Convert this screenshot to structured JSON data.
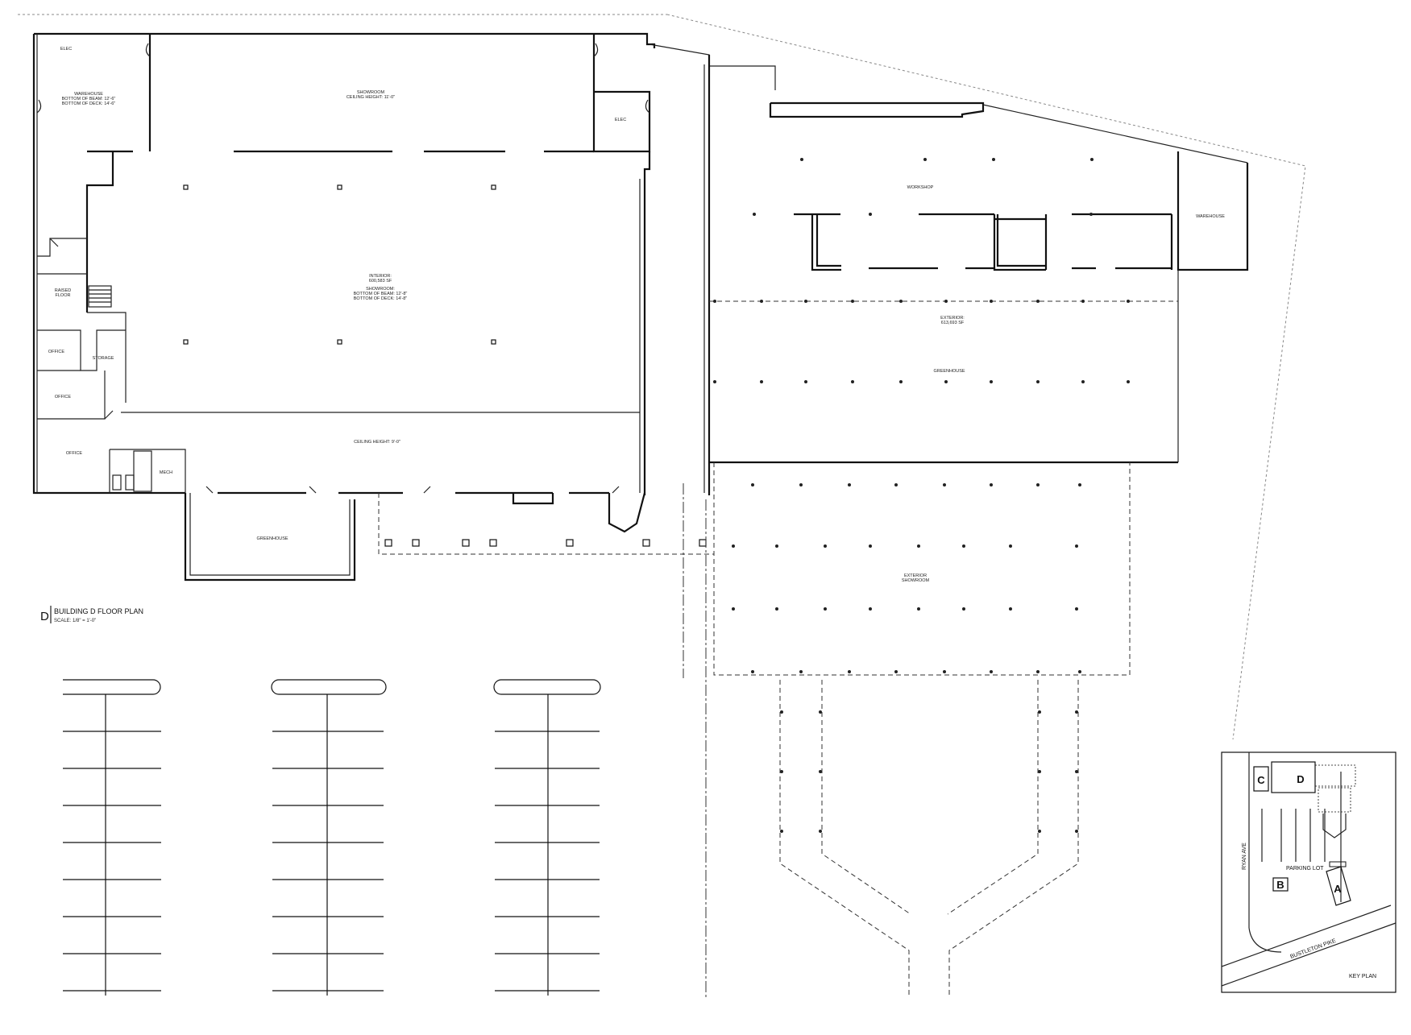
{
  "plan": {
    "title_letter": "D",
    "title": "BUILDING D FLOOR PLAN",
    "scale": "SCALE: 1/8\" = 1'-0\""
  },
  "rooms": {
    "elec_1": "ELEC",
    "warehouse_1": "WAREHOUSE",
    "warehouse_1_beam": "BOTTOM OF BEAM: 12'-6\"",
    "warehouse_1_deck": "BOTTOM OF DECK: 14'-6\"",
    "showroom_north": "SHOWROOM",
    "showroom_north_ceiling": "CEILING HEIGHT: 11'-0\"",
    "elec_2": "ELEC",
    "interior_label": "INTERIOR:",
    "interior_area": "600,583 SF",
    "showroom_main": "SHOWROOM:",
    "showroom_main_beam": "BOTTOM OF BEAM: 12'-8\"",
    "showroom_main_deck": "BOTTOM OF DECK: 14'-8\"",
    "raised_floor_1": "RAISED",
    "raised_floor_2": "FLOOR",
    "office_1": "OFFICE",
    "storage": "STORAGE",
    "office_2": "OFFICE",
    "office_3": "OFFICE",
    "mech": "MECH",
    "ceiling_south": "CEILING HEIGHT: 9'-0\"",
    "greenhouse_south": "GREENHOUSE",
    "workshop": "WORKSHOP",
    "warehouse_2": "WAREHOUSE",
    "exterior_label": "EXTERIOR:",
    "exterior_area": "613,693 SF",
    "greenhouse_east": "GREENHOUSE",
    "exterior_showroom_1": "EXTERIOR",
    "exterior_showroom_2": "SHOWROOM"
  },
  "key_plan": {
    "label": "KEY PLAN",
    "building_a": "A",
    "building_b": "B",
    "building_c": "C",
    "building_d": "D",
    "parking_lot": "PARKING LOT",
    "road": "BUSTLETON PIKE",
    "side_road": "RYAN AVE"
  },
  "colors": {
    "linework": "#111111",
    "background": "#ffffff",
    "property_line": "#888888"
  }
}
